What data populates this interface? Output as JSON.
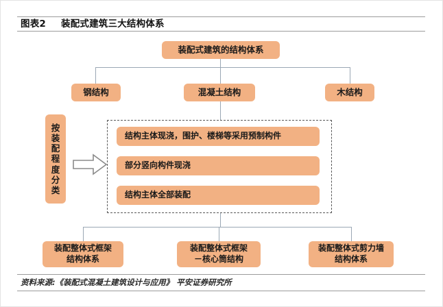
{
  "figure": {
    "number": "图表2",
    "title": "装配式建筑三大结构体系",
    "source": "资料来源:《装配式混凝土建筑设计与应用》 平安证券研究所"
  },
  "colors": {
    "node_fill": "#F2B183",
    "connector": "#9aa7b4",
    "dashed_border": "#565656",
    "rule": "#9b9b9b",
    "arrow_stroke": "#8a8a8a",
    "arrow_fill": "#ffffff"
  },
  "diagram": {
    "type": "hierarchy-tree",
    "root": {
      "label": "装配式建筑的结构体系"
    },
    "structure_types": [
      {
        "id": "steel",
        "label": "钢结构"
      },
      {
        "id": "concrete",
        "label": "混凝土结构"
      },
      {
        "id": "wood",
        "label": "木结构"
      }
    ],
    "classification_axis": {
      "label": "按装配程度分类",
      "chars": [
        "按",
        "装",
        "配",
        "程",
        "度",
        "分",
        "类"
      ],
      "orientation": "vertical"
    },
    "arrow": {
      "icon": "right-block-arrow",
      "direction": "right"
    },
    "assembly_degrees": [
      {
        "id": "degree-1",
        "label": "结构主体现浇，围护、楼梯等采用预制构件"
      },
      {
        "id": "degree-2",
        "label": "部分竖向构件现浇"
      },
      {
        "id": "degree-3",
        "label": "结构主体全部装配"
      }
    ],
    "systems": [
      {
        "id": "system-1",
        "line1": "装配整体式框架",
        "line2": "结构体系"
      },
      {
        "id": "system-2",
        "line1": "装配整体式框架",
        "line2": "－核心筒结构"
      },
      {
        "id": "system-3",
        "line1": "装配整体式剪力墙",
        "line2": "结构体系"
      }
    ]
  }
}
